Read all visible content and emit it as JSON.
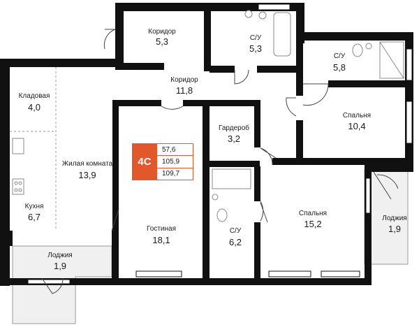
{
  "apartment": {
    "type": "4С",
    "living_area": "57,6",
    "total_area": "105,9",
    "total_area_with_balconies": "109,7"
  },
  "rooms": [
    {
      "id": "corridor-1",
      "name": "Коридор",
      "area": "5,3"
    },
    {
      "id": "bathroom-1",
      "name": "С/У",
      "area": "5,3"
    },
    {
      "id": "bathroom-2",
      "name": "С/У",
      "area": "5,8"
    },
    {
      "id": "corridor-2",
      "name": "Коридор",
      "area": "11,8"
    },
    {
      "id": "storage",
      "name": "Кладовая",
      "area": "4,0"
    },
    {
      "id": "bedroom-1",
      "name": "Спальня",
      "area": "10,4"
    },
    {
      "id": "wardrobe",
      "name": "Гардероб",
      "area": "3,2"
    },
    {
      "id": "living-room",
      "name": "Жилая комната",
      "area": "13,9"
    },
    {
      "id": "kitchen",
      "name": "Кухня",
      "area": "6,7"
    },
    {
      "id": "lounge",
      "name": "Гостиная",
      "area": "18,1"
    },
    {
      "id": "bathroom-3",
      "name": "С/У",
      "area": "6,2"
    },
    {
      "id": "bedroom-2",
      "name": "Спальня",
      "area": "15,2"
    },
    {
      "id": "loggia-right",
      "name": "Лоджия",
      "area": "1,9"
    },
    {
      "id": "loggia-left",
      "name": "Лоджия",
      "area": "1,9"
    }
  ],
  "colors": {
    "wall": "#111111",
    "loggia_fill": "#f0f0f0",
    "accent": "#e2572c",
    "fixture": "#888888"
  }
}
